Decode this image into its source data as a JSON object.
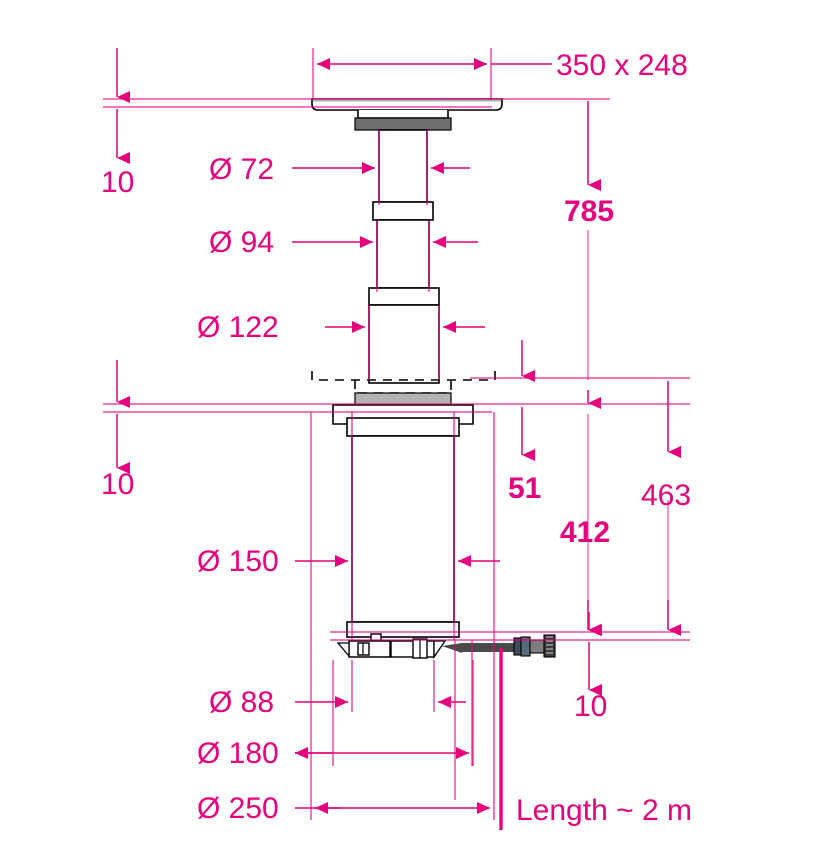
{
  "drawing": {
    "type": "engineering-dimension-drawing",
    "subject": "Stepped cylindrical mast / hoist assembly with baseplate and cable",
    "units": "mm",
    "accent_color": "#e5007d",
    "line_color": "#000000",
    "gasket_color_dark": "#808080",
    "gasket_color_light": "#b3b3b3",
    "background_color": "#ffffff"
  },
  "dimensions": {
    "top_plate": {
      "label": "350 x 248",
      "weight": "normal",
      "kind": "horizontal",
      "description": "Top mounting plate footprint"
    },
    "top_gap": {
      "label": "10",
      "weight": "normal",
      "kind": "vertical",
      "description": "Upper gap between datum lines"
    },
    "lower_gap": {
      "label": "10",
      "weight": "normal",
      "kind": "vertical",
      "description": "Lower gap between datum lines"
    },
    "cable_gap": {
      "label": "10",
      "weight": "normal",
      "kind": "vertical",
      "description": "Gap at cable exit level"
    },
    "diameter_72": {
      "label": "Ø 72",
      "weight": "normal",
      "kind": "horizontal",
      "description": "Upper mast tube diameter"
    },
    "diameter_94": {
      "label": "Ø 94",
      "weight": "normal",
      "kind": "horizontal",
      "description": "Middle mast tube diameter"
    },
    "diameter_122": {
      "label": "Ø 122",
      "weight": "normal",
      "kind": "horizontal",
      "description": "Lower mast tube diameter"
    },
    "diameter_150": {
      "label": "Ø 150",
      "weight": "normal",
      "kind": "horizontal",
      "description": "Main body cylinder diameter"
    },
    "diameter_88": {
      "label": "Ø 88",
      "weight": "normal",
      "kind": "horizontal",
      "description": "Bolt circle / inner base diameter"
    },
    "diameter_180": {
      "label": "Ø 180",
      "weight": "normal",
      "kind": "horizontal",
      "description": "Base flange diameter"
    },
    "diameter_250": {
      "label": "Ø 250",
      "weight": "normal",
      "kind": "horizontal",
      "description": "Outer base diameter"
    },
    "height_785": {
      "label": "785",
      "weight": "bold",
      "kind": "vertical",
      "description": "Overall height from top datum to lower datum"
    },
    "height_463": {
      "label": "463",
      "weight": "normal",
      "kind": "vertical",
      "description": "Height of lower assembly"
    },
    "height_412": {
      "label": "412",
      "weight": "bold",
      "kind": "vertical",
      "description": "Body cylinder height"
    },
    "height_51": {
      "label": "51",
      "weight": "bold",
      "kind": "vertical",
      "description": "Flange-to-datum offset"
    },
    "cable_length": {
      "label": "Length ~ 2 m",
      "weight": "normal",
      "kind": "note",
      "description": "Attached cable length note"
    }
  }
}
